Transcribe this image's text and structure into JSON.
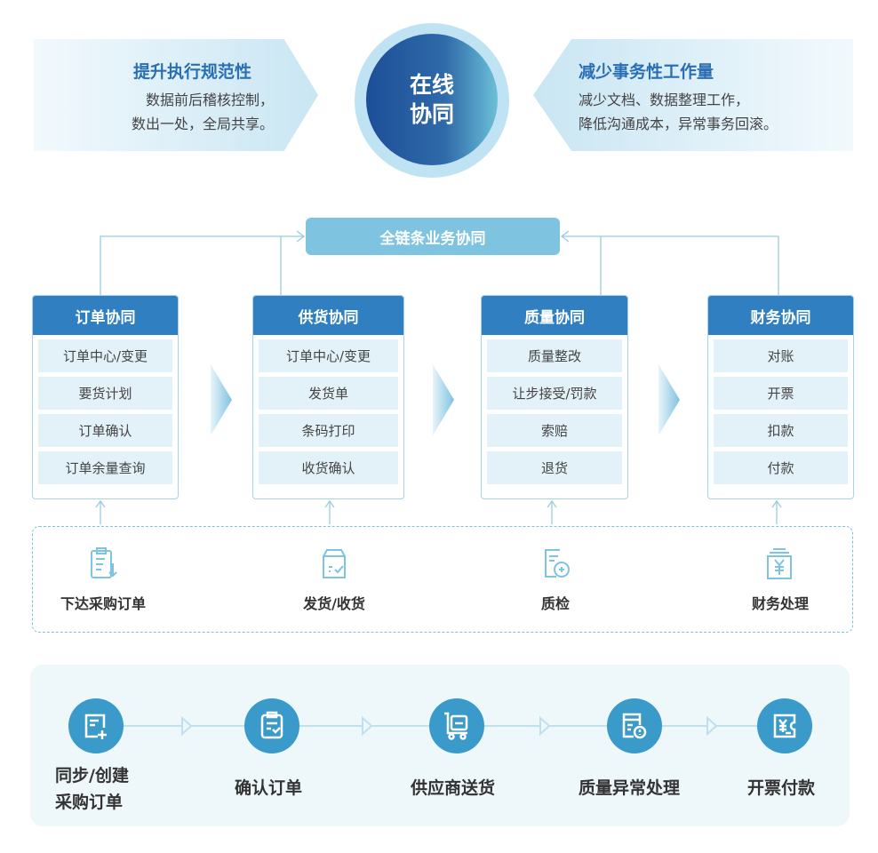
{
  "left_banner": {
    "title": "提升执行规范性",
    "lines": [
      "数据前后稽核控制，",
      "数出一处，全局共享。"
    ]
  },
  "center": {
    "line1": "在线",
    "line2": "协同"
  },
  "right_banner": {
    "title": "减少事务性工作量",
    "lines": [
      "减少文档、数据整理工作，",
      "降低沟通成本，异常事务回滚。"
    ]
  },
  "hub": "全链条业务协同",
  "cards": [
    {
      "title": "订单协同",
      "items": [
        "订单中心/变更",
        "要货计划",
        "订单确认",
        "订单余量查询"
      ]
    },
    {
      "title": "供货协同",
      "items": [
        "订单中心/变更",
        "发货单",
        "条码打印",
        "收货确认"
      ]
    },
    {
      "title": "质量协同",
      "items": [
        "质量整改",
        "让步接受/罚款",
        "索赔",
        "退货"
      ]
    },
    {
      "title": "财务协同",
      "items": [
        "对账",
        "开票",
        "扣款",
        "付款"
      ]
    }
  ],
  "sources": [
    {
      "label": "下达采购订单",
      "icon": "clipboard-download-icon"
    },
    {
      "label": "发货/收货",
      "icon": "box-check-icon"
    },
    {
      "label": "质检",
      "icon": "inspection-icon"
    },
    {
      "label": "财务处理",
      "icon": "yen-stack-icon"
    }
  ],
  "process": [
    {
      "line1": "同步/创建",
      "line2": "采购订单",
      "icon": "document-add-icon"
    },
    {
      "line1": "确认订单",
      "icon": "clipboard-check-icon"
    },
    {
      "line1": "供应商送货",
      "icon": "cart-icon"
    },
    {
      "line1": "质量异常处理",
      "icon": "document-alert-icon"
    },
    {
      "line1": "开票付款",
      "icon": "invoice-yen-icon"
    }
  ],
  "colors": {
    "primary": "#2f7fc1",
    "accent": "#7ec3e0",
    "step": "#3a9ac9"
  }
}
